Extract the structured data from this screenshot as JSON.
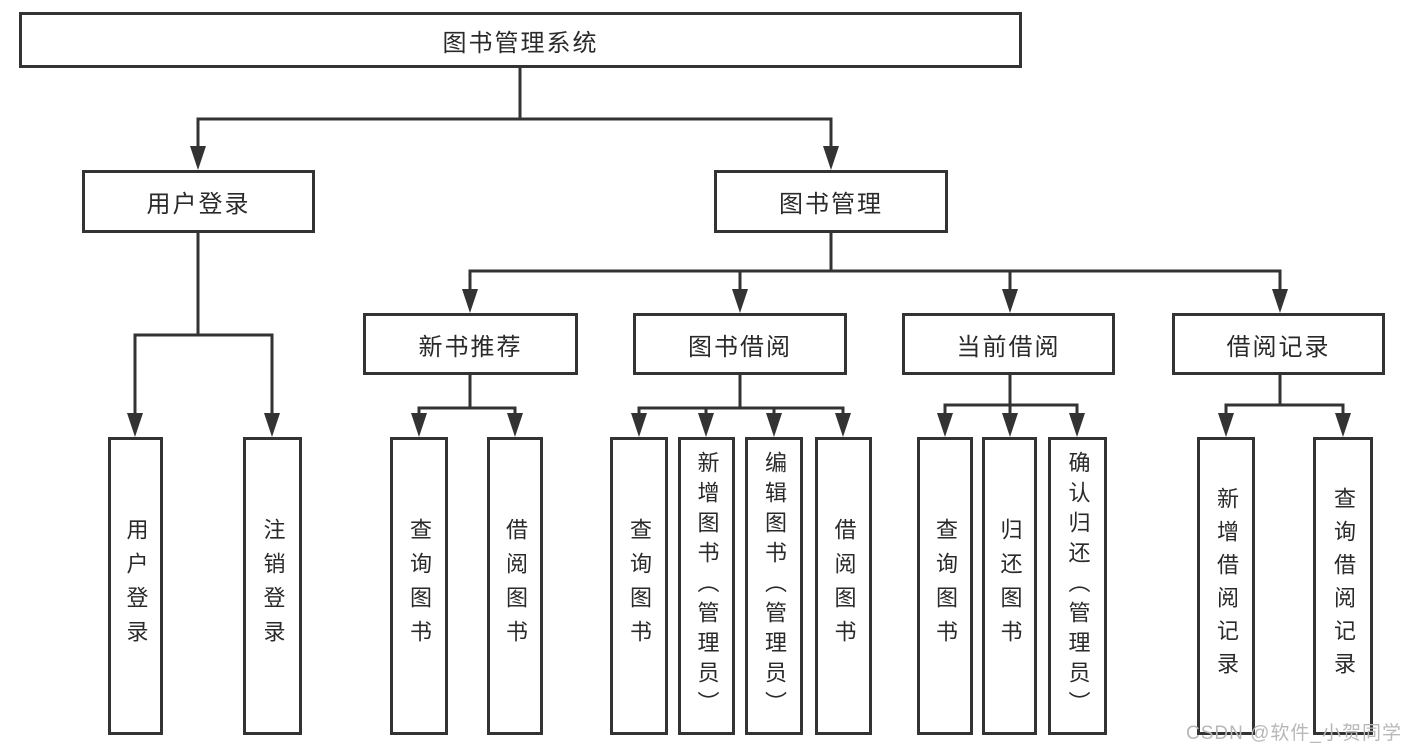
{
  "colors": {
    "line": "#333333",
    "box_border": "#333333",
    "box_fill": "#ffffff",
    "text": "#2a2a2a",
    "watermark": "#b8b8b8",
    "background": "#ffffff"
  },
  "watermark": {
    "text": "CSDN @软件_小贺同学"
  },
  "tree": {
    "label": "图书管理系统",
    "children": [
      {
        "label": "用户登录",
        "children": [
          {
            "label": "用户登录"
          },
          {
            "label": "注销登录"
          }
        ]
      },
      {
        "label": "图书管理",
        "children": [
          {
            "label": "新书推荐",
            "children": [
              {
                "label": "查询图书"
              },
              {
                "label": "借阅图书"
              }
            ]
          },
          {
            "label": "图书借阅",
            "children": [
              {
                "label": "查询图书"
              },
              {
                "label": "新增图书（管理员）"
              },
              {
                "label": "编辑图书（管理员）"
              },
              {
                "label": "借阅图书"
              }
            ]
          },
          {
            "label": "当前借阅",
            "children": [
              {
                "label": "查询图书"
              },
              {
                "label": "归还图书"
              },
              {
                "label": "确认归还（管理员）"
              }
            ]
          },
          {
            "label": "借阅记录",
            "children": [
              {
                "label": "新增借阅记录"
              },
              {
                "label": "查询借阅记录"
              }
            ]
          }
        ]
      }
    ]
  }
}
